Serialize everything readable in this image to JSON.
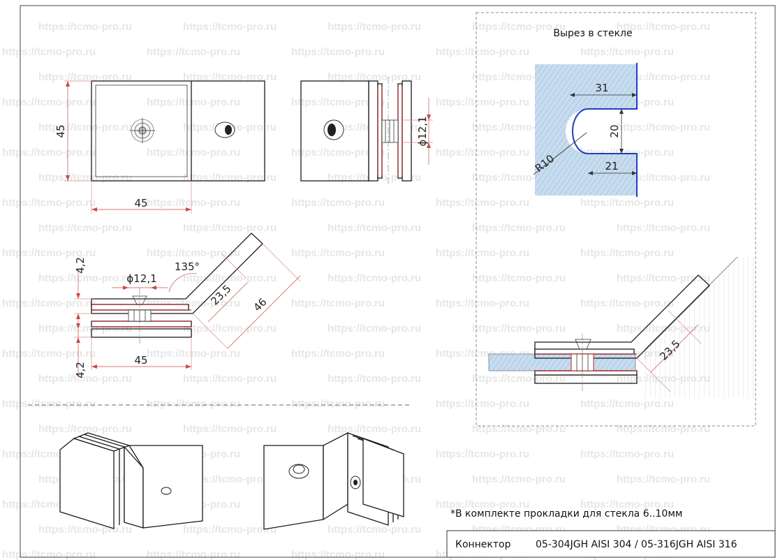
{
  "watermark": "https://tcmo-pro.ru",
  "cutout_title": "Вырез в стекле",
  "dimensions": {
    "front_height": "45",
    "front_width": "45",
    "side_diameter": "ϕ12,1",
    "bottom_top_thickness": "4,2",
    "bottom_diameter": "ϕ12,1",
    "bottom_angle": "135°",
    "bottom_arm": "23,5",
    "bottom_arm_total": "46",
    "bottom_thickness_lower": "4,2",
    "bottom_width": "45",
    "cutout_width": "31",
    "cutout_height": "20",
    "cutout_radius": "R10",
    "cutout_depth": "21",
    "install_arm": "23,5"
  },
  "note": "*В комплекте прокладки для стекла 6..10мм",
  "title_block": {
    "label": "Коннектор",
    "models": "05-304JGH AISI 304 / 05-316JGH AISI 316"
  },
  "colors": {
    "outline": "#1a1a1a",
    "dimension_red": "#b22a2a",
    "glass_blue": "#b9d4ec",
    "wall_hatch": "#9aa3b2",
    "cut_edge": "#1f3fbf"
  }
}
